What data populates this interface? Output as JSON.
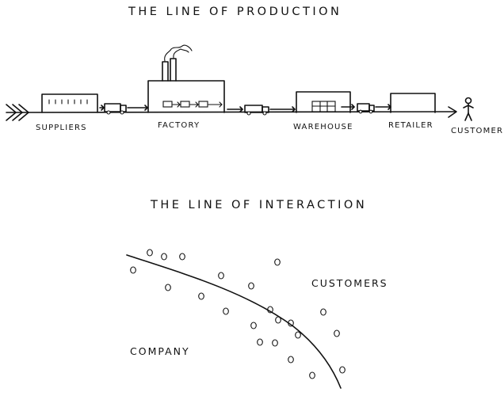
{
  "production": {
    "title": "THE LINE OF PRODUCTION",
    "stages": [
      "SUPPLIERS",
      "FACTORY",
      "WAREHOUSE",
      "RETAILER",
      "CUSTOMER"
    ]
  },
  "interaction": {
    "title": "THE LINE OF INTERACTION",
    "customers_label": "CUSTOMERS",
    "company_label": "COMPANY"
  }
}
